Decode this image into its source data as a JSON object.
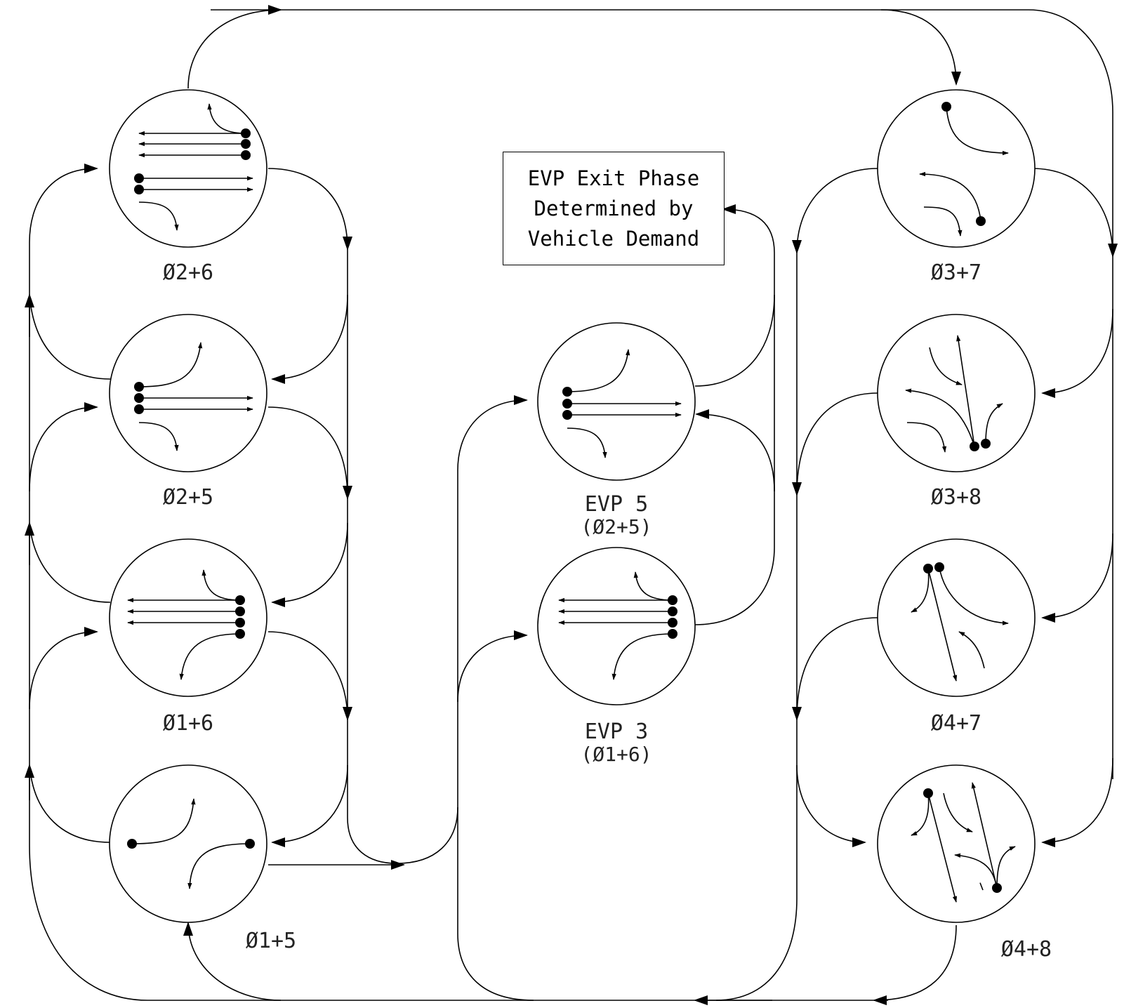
{
  "note": {
    "lines": [
      "EVP Exit Phase",
      "Determined by",
      "Vehicle Demand"
    ]
  },
  "phases": [
    {
      "id": "p26",
      "label": "Ø2+6"
    },
    {
      "id": "p25",
      "label": "Ø2+5"
    },
    {
      "id": "p16",
      "label": "Ø1+6"
    },
    {
      "id": "p15",
      "label": "Ø1+5"
    },
    {
      "id": "evp5",
      "label": "EVP 5",
      "sublabel": "(Ø2+5)"
    },
    {
      "id": "evp3",
      "label": "EVP 3",
      "sublabel": "(Ø1+6)"
    },
    {
      "id": "p37",
      "label": "Ø3+7"
    },
    {
      "id": "p38",
      "label": "Ø3+8"
    },
    {
      "id": "p47",
      "label": "Ø4+7"
    },
    {
      "id": "p48",
      "label": "Ø4+8"
    }
  ]
}
